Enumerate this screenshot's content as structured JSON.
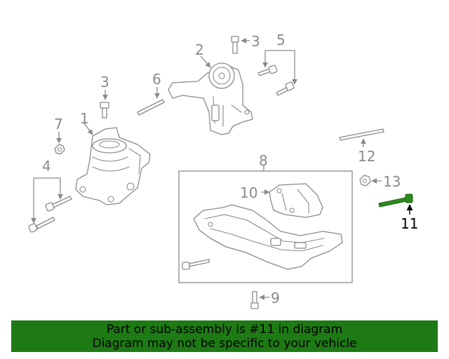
{
  "diagram": {
    "callouts": [
      "1",
      "2",
      "3",
      "3",
      "4",
      "5",
      "6",
      "7",
      "8",
      "9",
      "10",
      "11",
      "12",
      "13"
    ],
    "highlighted_callout": "11",
    "colors": {
      "line": "#8a8a8a",
      "highlight_part": "#2e8b1e",
      "highlight_label": "#000000"
    }
  },
  "banner": {
    "line1": "Part or sub-assembly is #11 in diagram",
    "line2": "Diagram may not be specific to your vehicle",
    "background": "#1e7a14"
  }
}
